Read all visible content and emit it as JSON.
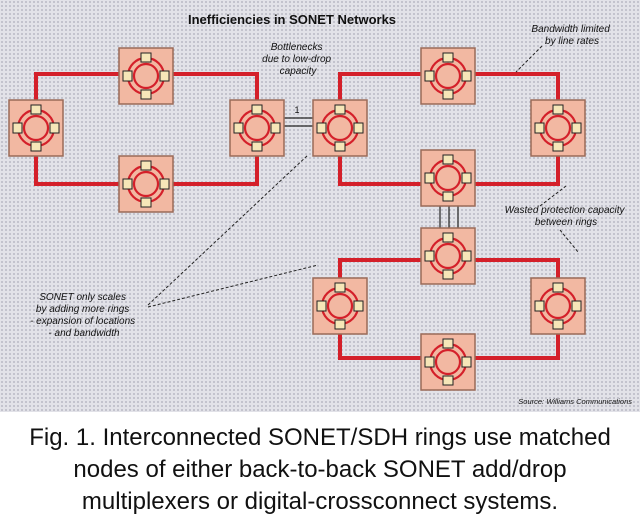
{
  "diagram": {
    "title": "Inefficiencies in SONET Networks",
    "callouts": {
      "bottleneck": [
        "Bottlenecks",
        "due to low-drop",
        "capacity"
      ],
      "bandwidth": [
        "Bandwidth limited",
        "by line rates"
      ],
      "protection": [
        "Wasted protection capacity",
        "between rings"
      ],
      "scaling": [
        "SONET only scales",
        "by adding more rings",
        "- expansion of locations",
        "- and bandwidth"
      ]
    },
    "drop_marker": "1",
    "source": "Source: Williams Communications"
  },
  "caption": {
    "lines": [
      "Fig. 1. Interconnected SONET/SDH rings use matched",
      "nodes of either back-to-back SONET add/drop",
      "multiplexers or digital-crossconnect systems."
    ]
  },
  "colors": {
    "ring_line": "#d4202a",
    "node_fill": "#f2b8a2",
    "node_border": "#9a6a58",
    "node_square": "#f6e6b8",
    "background": "#e2e2e8"
  }
}
